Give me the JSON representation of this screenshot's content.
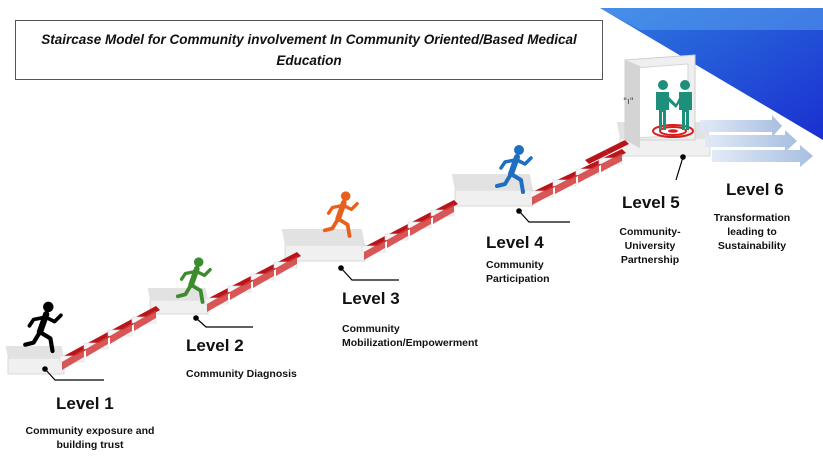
{
  "title": "Staircase Model for Community involvement In  Community Oriented/Based Medical Education",
  "levels": [
    {
      "label": "Level 1",
      "description": "Community exposure and building trust",
      "figure": "runner-icon",
      "color": "#000000"
    },
    {
      "label": "Level 2",
      "description": "Community Diagnosis",
      "figure": "runner-icon",
      "color": "#3c8c2e"
    },
    {
      "label": "Level 3",
      "description": "Community Mobilization/Empowerment",
      "figure": "runner-icon",
      "color": "#e8601c"
    },
    {
      "label": "Level 4",
      "description": "Community Participation",
      "figure": "runner-icon",
      "color": "#1f6fc0"
    },
    {
      "label": "Level 5",
      "description": "Community-University Partnership",
      "figure": "handshake-icon",
      "color": "#1e8f7a"
    },
    {
      "label": "Level 6",
      "description": "Transformation leading to Sustainability",
      "figure": "arrows-icon",
      "color": "#9fb8dd"
    }
  ],
  "colors": {
    "stair_red": "#b8141a",
    "stair_red_light": "#d23a3a",
    "platform": "#e6e6e6",
    "door_frame": "#e3e3e3",
    "target": "#d81e1e",
    "corner_blue": "#1e3fd8"
  }
}
